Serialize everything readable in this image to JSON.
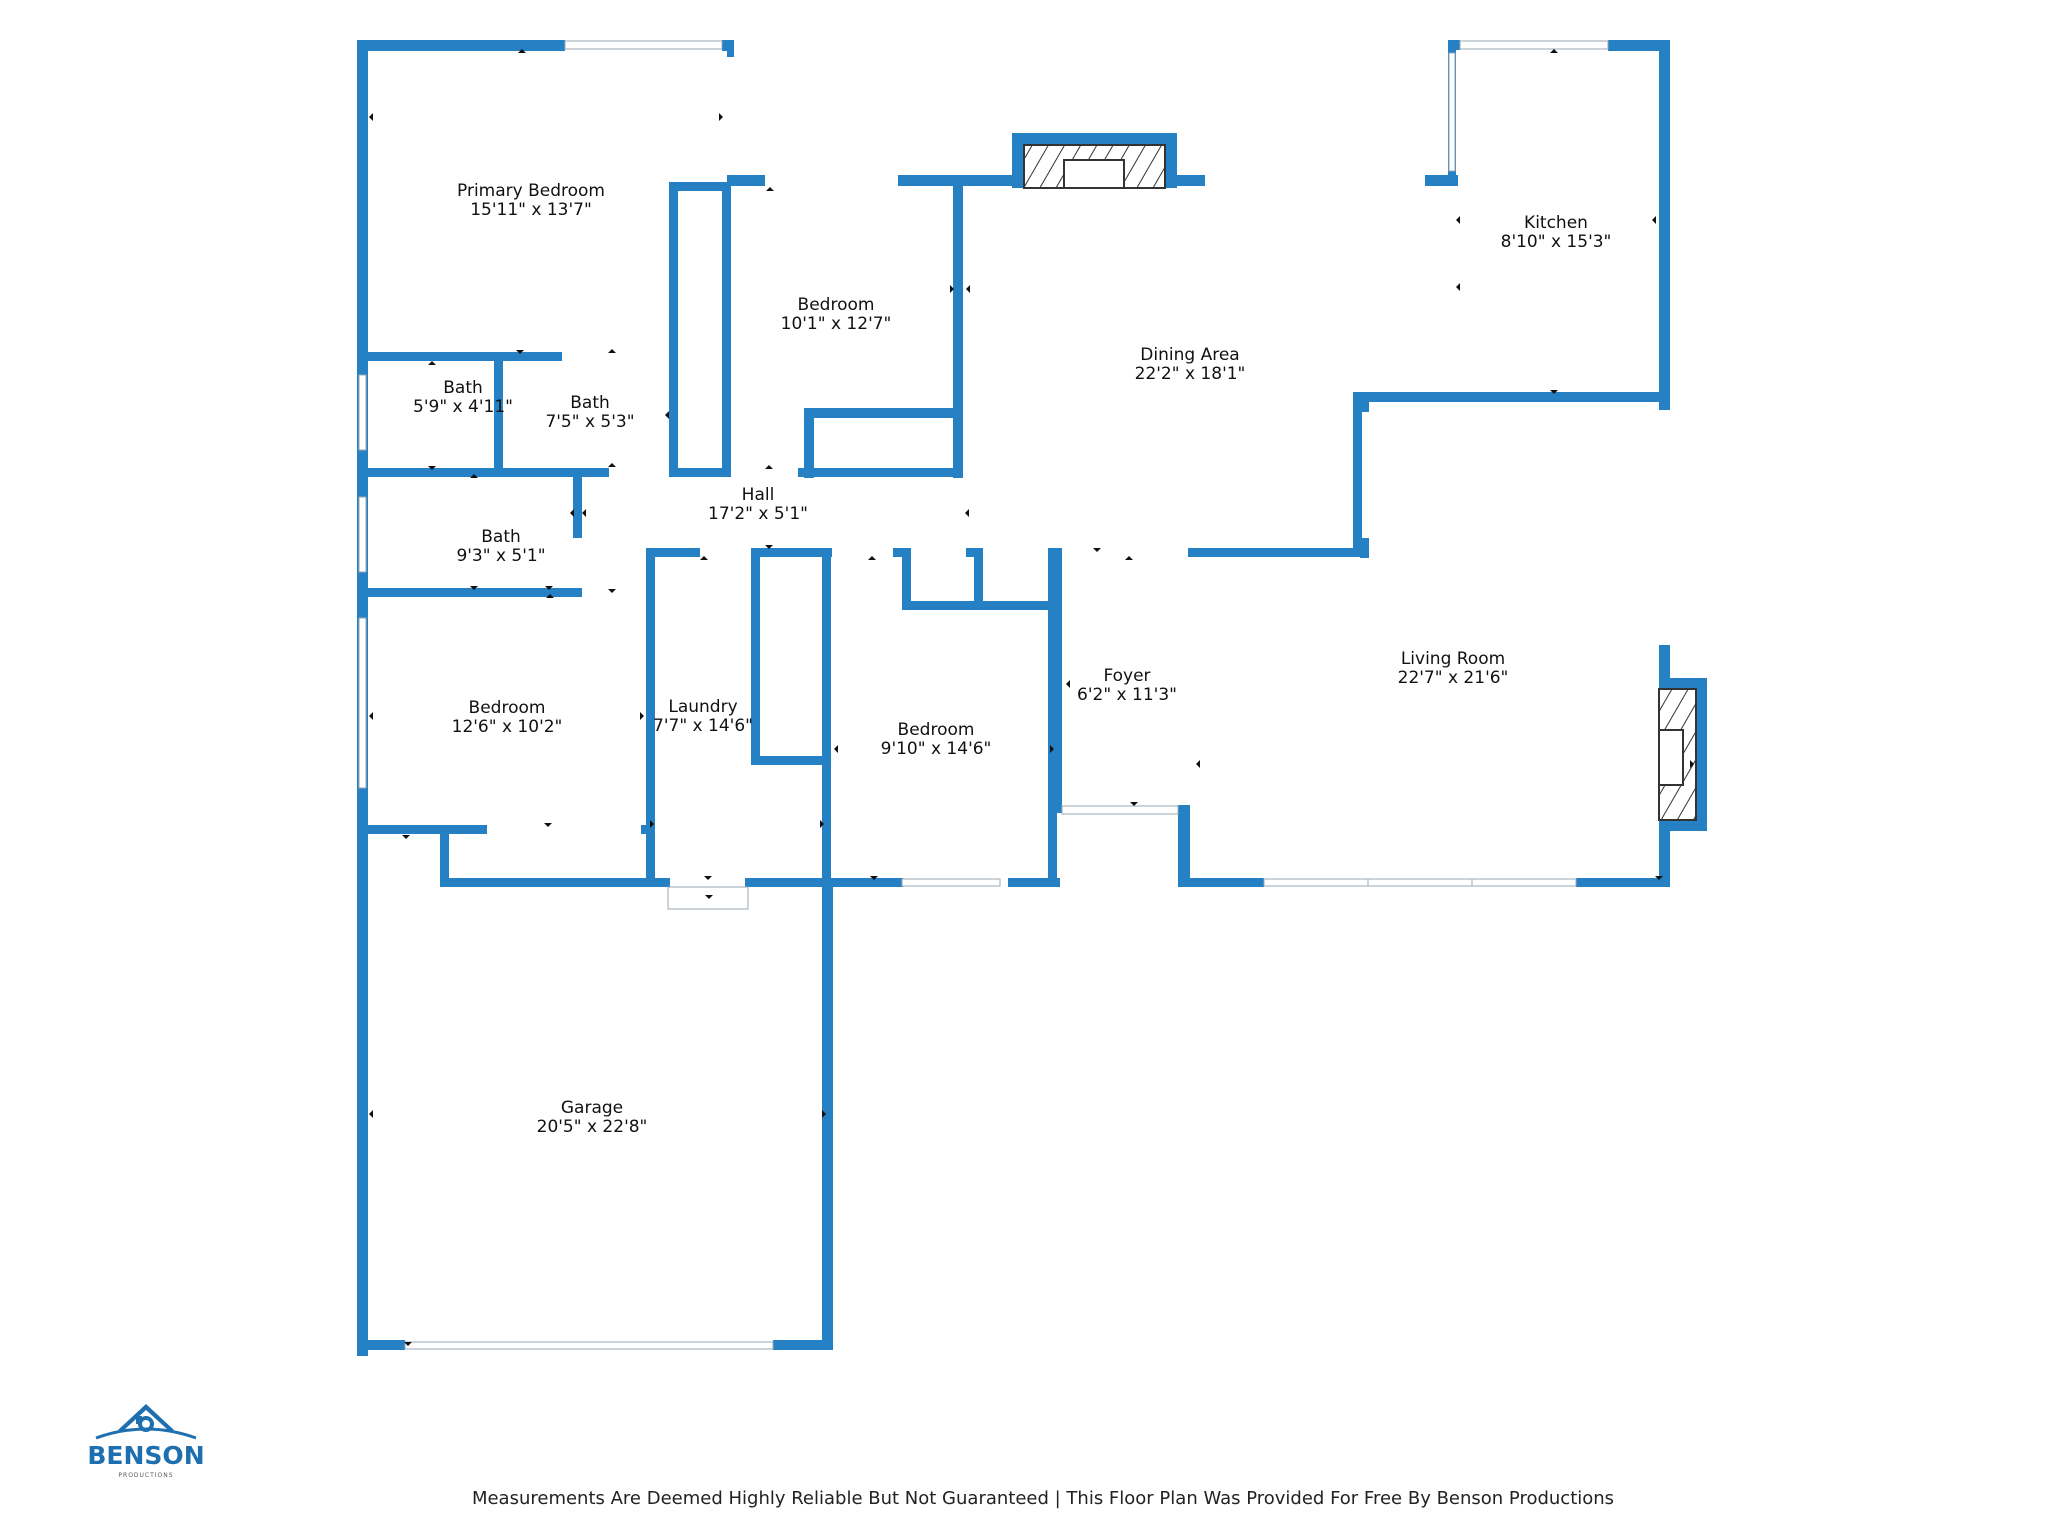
{
  "rooms": {
    "primary_bedroom": {
      "name": "Primary Bedroom",
      "dims": "15'11\" x 13'7\""
    },
    "bedroom_2": {
      "name": "Bedroom",
      "dims": "10'1\" x 12'7\""
    },
    "dining_area": {
      "name": "Dining Area",
      "dims": "22'2\" x 18'1\""
    },
    "kitchen": {
      "name": "Kitchen",
      "dims": "8'10\" x 15'3\""
    },
    "bath_1": {
      "name": "Bath",
      "dims": "5'9\" x 4'11\""
    },
    "bath_2": {
      "name": "Bath",
      "dims": "7'5\" x 5'3\""
    },
    "hall": {
      "name": "Hall",
      "dims": "17'2\" x 5'1\""
    },
    "bath_3": {
      "name": "Bath",
      "dims": "9'3\" x 5'1\""
    },
    "bedroom_3": {
      "name": "Bedroom",
      "dims": "12'6\" x 10'2\""
    },
    "laundry": {
      "name": "Laundry",
      "dims": "7'7\" x 14'6\""
    },
    "bedroom_4": {
      "name": "Bedroom",
      "dims": "9'10\" x 14'6\""
    },
    "foyer": {
      "name": "Foyer",
      "dims": "6'2\" x 11'3\""
    },
    "living_room": {
      "name": "Living Room",
      "dims": "22'7\" x 21'6\""
    },
    "garage": {
      "name": "Garage",
      "dims": "20'5\" x 22'8\""
    }
  },
  "logo": {
    "name": "BENSON",
    "sub": "PRODUCTIONS"
  },
  "footer": "Measurements Are Deemed Highly Reliable But Not Guaranteed | This Floor Plan Was Provided For Free By Benson Productions",
  "colors": {
    "wall": "#2581c4",
    "background": "#ffffff",
    "text": "#111111"
  }
}
